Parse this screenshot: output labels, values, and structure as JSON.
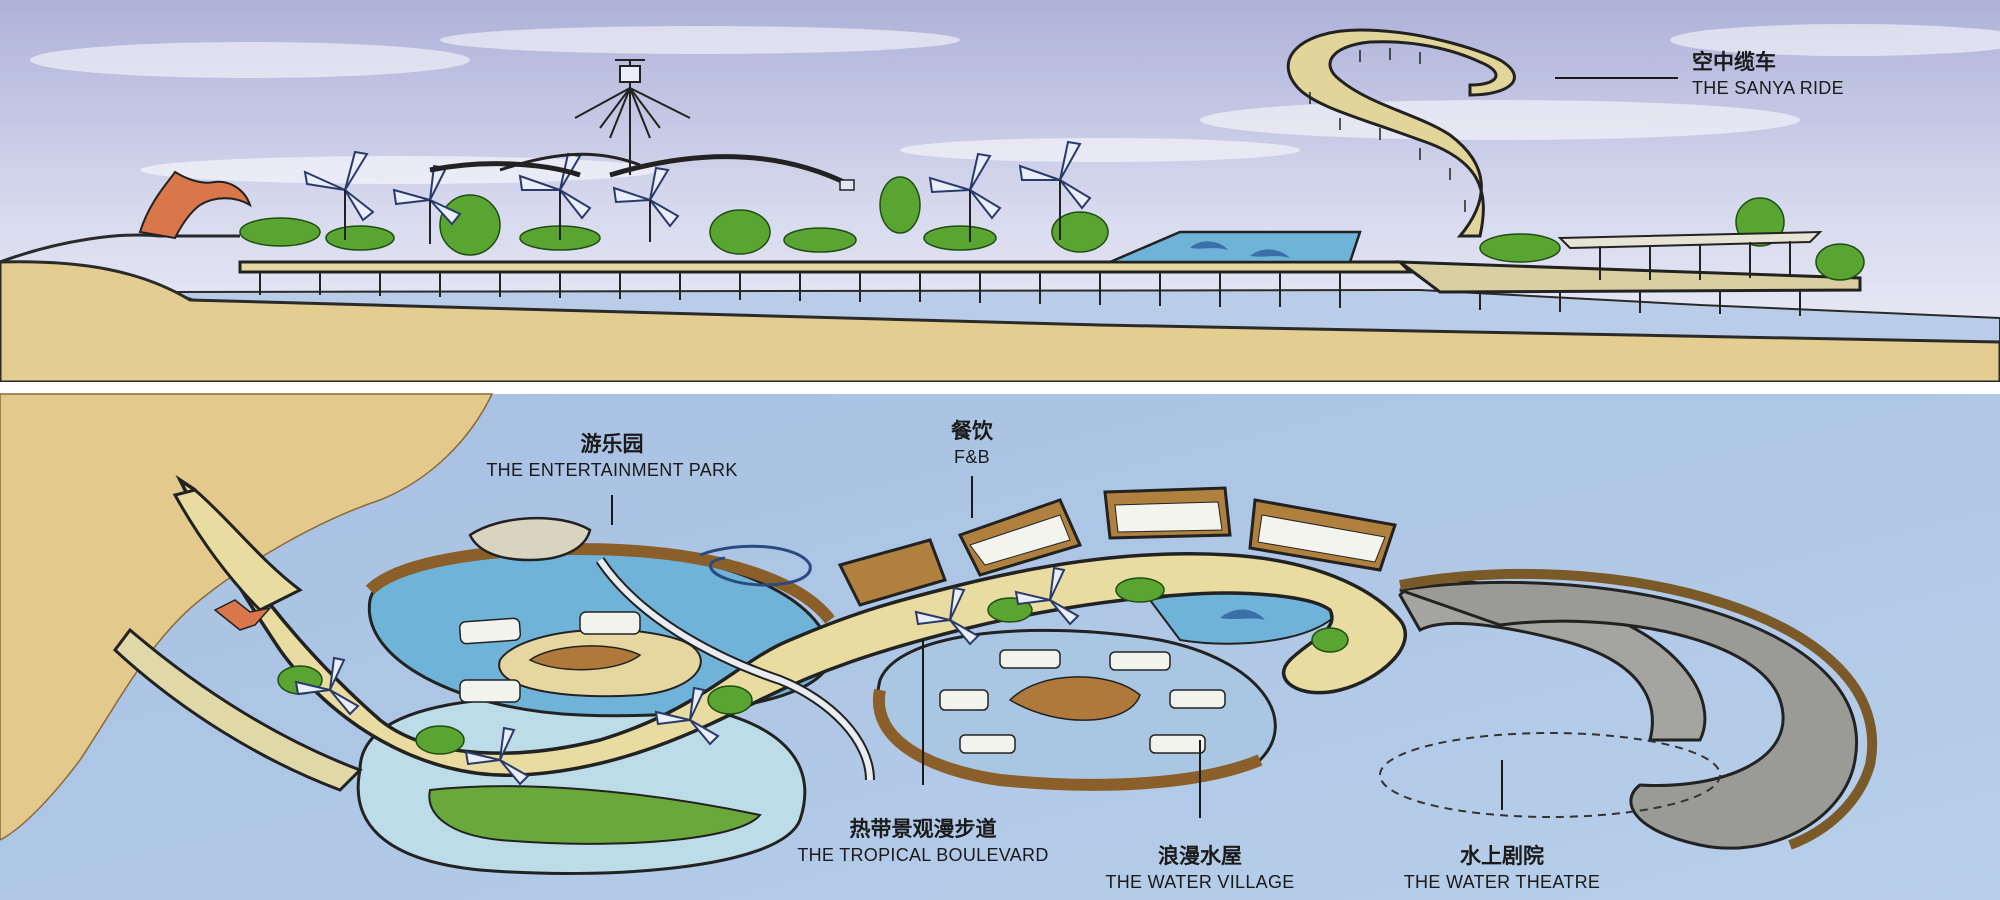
{
  "labels": {
    "sanya_ride": {
      "cn": "空中缆车",
      "en": "THE SANYA RIDE"
    },
    "entertainment_park": {
      "cn": "游乐园",
      "en": "THE ENTERTAINMENT PARK"
    },
    "fnb": {
      "cn": "餐饮",
      "en": "F&B"
    },
    "tropical_boulevard": {
      "cn": "热带景观漫步道",
      "en": "THE TROPICAL BOULEVARD"
    },
    "water_village": {
      "cn": "浪漫水屋",
      "en": "THE WATER VILLAGE"
    },
    "water_theatre": {
      "cn": "水上剧院",
      "en": "THE WATER THEATRE"
    }
  },
  "colors": {
    "sky": "#c9cde6",
    "water": "#a9c4e4",
    "sand": "#e2c98c",
    "deck": "#e8dca0",
    "timber": "#a47a3c",
    "foliage": "#4f9a2e",
    "pool": "#6fb4d8",
    "ink": "#1e1e1e"
  }
}
